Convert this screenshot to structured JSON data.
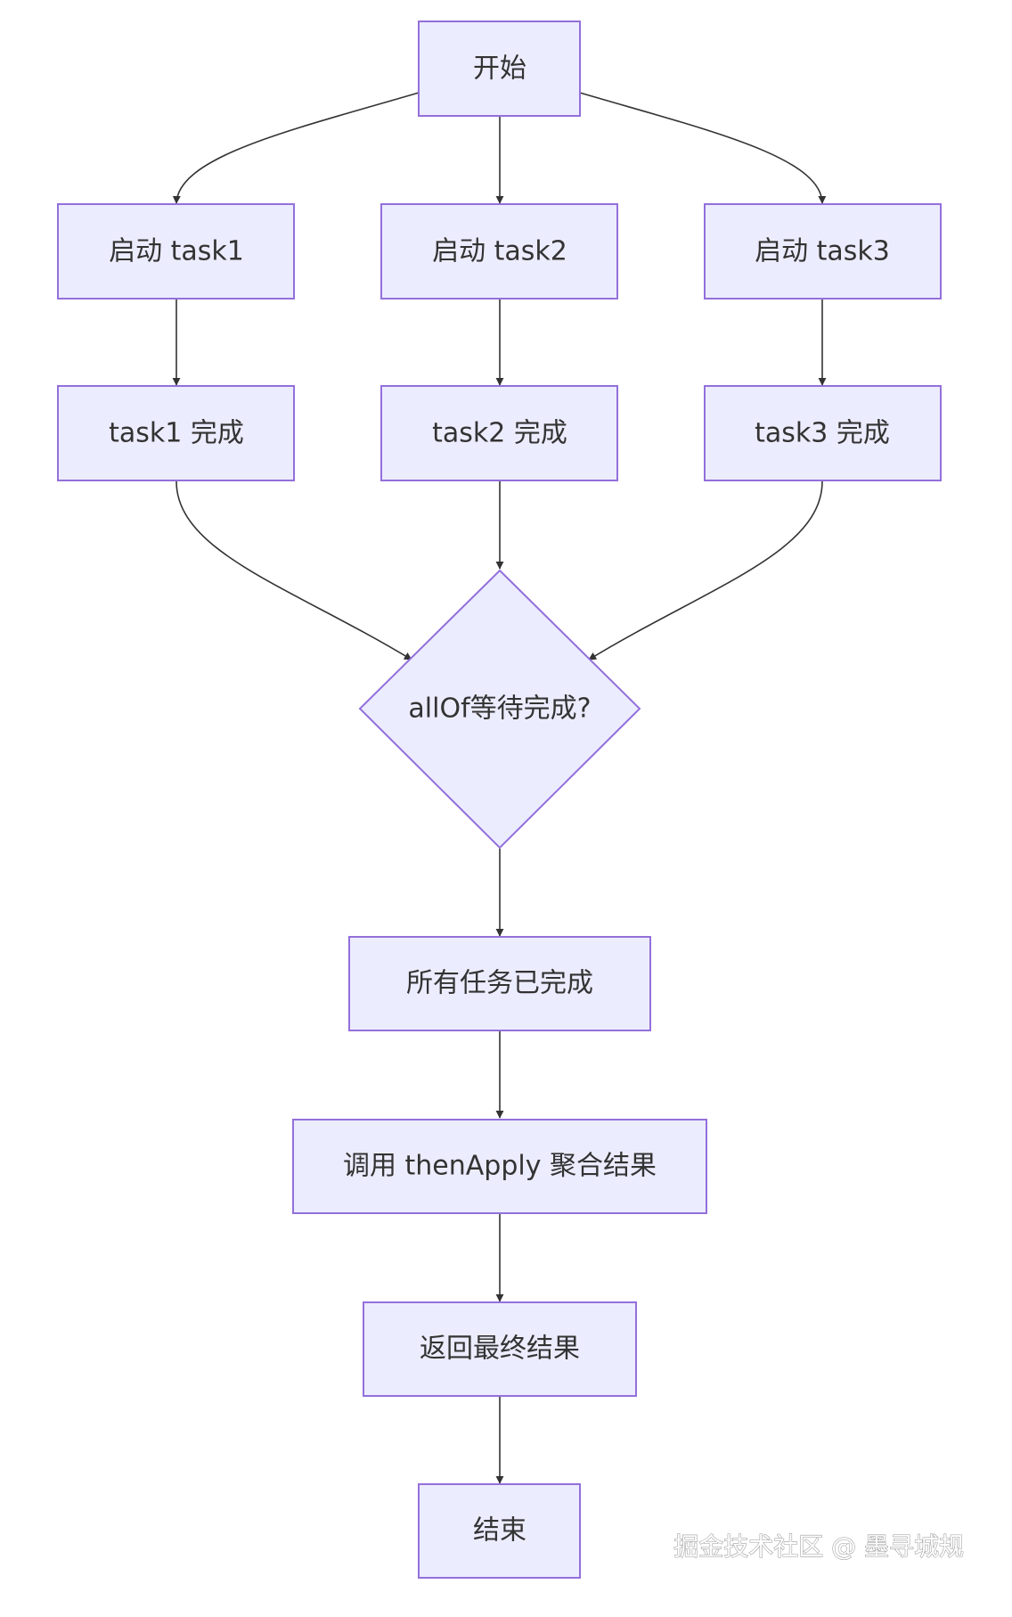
{
  "nodes": {
    "start": "开始",
    "start_task1": "启动 task1",
    "start_task2": "启动 task2",
    "start_task3": "启动 task3",
    "task1_done": "task1 完成",
    "task2_done": "task2 完成",
    "task3_done": "task3 完成",
    "decision": "allOf等待完成?",
    "all_done": "所有任务已完成",
    "then_apply": "调用 thenApply 聚合结果",
    "return_result": "返回最终结果",
    "end": "结束"
  },
  "edges": [
    {
      "from": "start",
      "to": "start_task1"
    },
    {
      "from": "start",
      "to": "start_task2"
    },
    {
      "from": "start",
      "to": "start_task3"
    },
    {
      "from": "start_task1",
      "to": "task1_done"
    },
    {
      "from": "start_task2",
      "to": "task2_done"
    },
    {
      "from": "start_task3",
      "to": "task3_done"
    },
    {
      "from": "task1_done",
      "to": "decision"
    },
    {
      "from": "task2_done",
      "to": "decision"
    },
    {
      "from": "task3_done",
      "to": "decision"
    },
    {
      "from": "decision",
      "to": "all_done"
    },
    {
      "from": "all_done",
      "to": "then_apply"
    },
    {
      "from": "then_apply",
      "to": "return_result"
    },
    {
      "from": "return_result",
      "to": "end"
    }
  ],
  "watermark": "掘金技术社区 @ 墨寻城规",
  "colors": {
    "node_fill": "#ECECFF",
    "node_stroke": "#9370DB",
    "edge": "#333333",
    "text": "#333333"
  }
}
